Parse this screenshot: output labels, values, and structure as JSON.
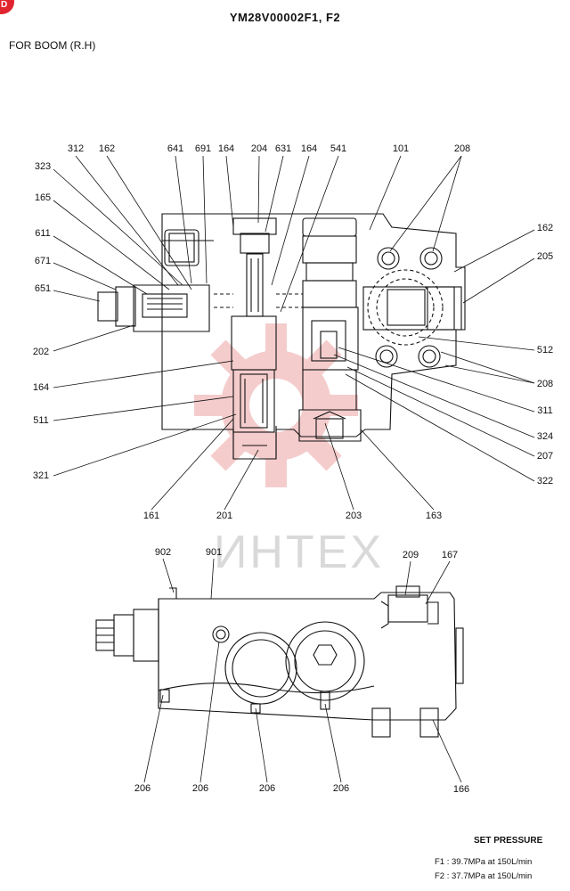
{
  "title": "YM28V00002F1, F2",
  "subtitle": "FOR  BOOM (R.H)",
  "watermark": "ИНТЕХ",
  "corner_mark": "D",
  "top_labels": [
    {
      "id": "312",
      "text": "312"
    },
    {
      "id": "162a",
      "text": "162"
    },
    {
      "id": "641",
      "text": "641"
    },
    {
      "id": "691",
      "text": "691"
    },
    {
      "id": "164a",
      "text": "164"
    },
    {
      "id": "204",
      "text": "204"
    },
    {
      "id": "631",
      "text": "631"
    },
    {
      "id": "164b",
      "text": "164"
    },
    {
      "id": "541",
      "text": "541"
    },
    {
      "id": "101",
      "text": "101"
    },
    {
      "id": "208a",
      "text": "208"
    },
    {
      "id": "323",
      "text": "323"
    },
    {
      "id": "165",
      "text": "165"
    },
    {
      "id": "611",
      "text": "611"
    },
    {
      "id": "671",
      "text": "671"
    },
    {
      "id": "651",
      "text": "651"
    },
    {
      "id": "202",
      "text": "202"
    },
    {
      "id": "164c",
      "text": "164"
    },
    {
      "id": "511",
      "text": "511"
    },
    {
      "id": "321",
      "text": "321"
    },
    {
      "id": "161",
      "text": "161"
    },
    {
      "id": "201",
      "text": "201"
    },
    {
      "id": "203",
      "text": "203"
    },
    {
      "id": "163",
      "text": "163"
    },
    {
      "id": "162b",
      "text": "162"
    },
    {
      "id": "205",
      "text": "205"
    },
    {
      "id": "512",
      "text": "512"
    },
    {
      "id": "208b",
      "text": "208"
    },
    {
      "id": "311",
      "text": "311"
    },
    {
      "id": "324",
      "text": "324"
    },
    {
      "id": "207",
      "text": "207"
    },
    {
      "id": "322",
      "text": "322"
    }
  ],
  "bottom_labels": [
    {
      "id": "902",
      "text": "902"
    },
    {
      "id": "901",
      "text": "901"
    },
    {
      "id": "209",
      "text": "209"
    },
    {
      "id": "167",
      "text": "167"
    },
    {
      "id": "206a",
      "text": "206"
    },
    {
      "id": "206b",
      "text": "206"
    },
    {
      "id": "206c",
      "text": "206"
    },
    {
      "id": "206d",
      "text": "206"
    },
    {
      "id": "166",
      "text": "166"
    }
  ],
  "set_pressure": {
    "title": "SET PRESSURE",
    "lines": [
      "F1 : 39.7MPa  at  150L/min",
      "F2 : 37.7MPa  at  150L/min"
    ]
  }
}
